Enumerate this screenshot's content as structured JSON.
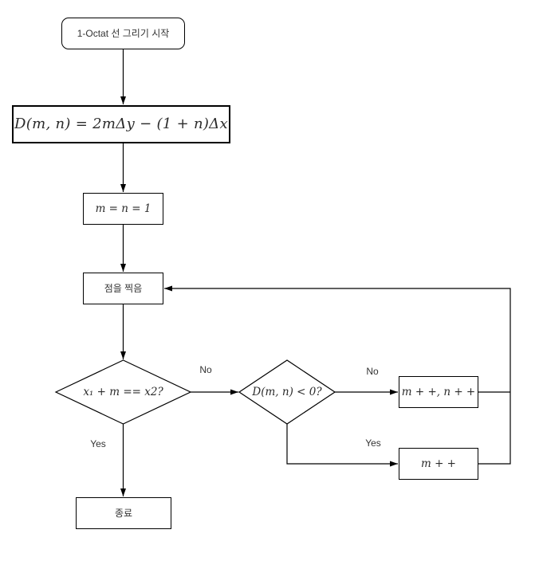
{
  "nodes": {
    "start": {
      "label": "1-Octat 선 그리기 시작"
    },
    "formula": {
      "label": "D(m, n) = 2mΔy − (1 + n)Δx"
    },
    "init": {
      "label": "m = n = 1"
    },
    "plot": {
      "label": "점을 찍음"
    },
    "decision_x": {
      "label": "x₁ + m == x2?"
    },
    "decision_d": {
      "label": "D(m, n) < 0?"
    },
    "increment_mn": {
      "label": "m + +, n + +"
    },
    "increment_m": {
      "label": "m + +"
    },
    "end": {
      "label": "종료"
    }
  },
  "edge_labels": {
    "decision_x_no": "No",
    "decision_d_no": "No",
    "decision_x_yes": "Yes",
    "decision_d_yes": "Yes"
  },
  "colors": {
    "stroke": "#000000",
    "node_fill": "#ffffff",
    "canvas_background": "#ffffff",
    "text": "#333333"
  }
}
